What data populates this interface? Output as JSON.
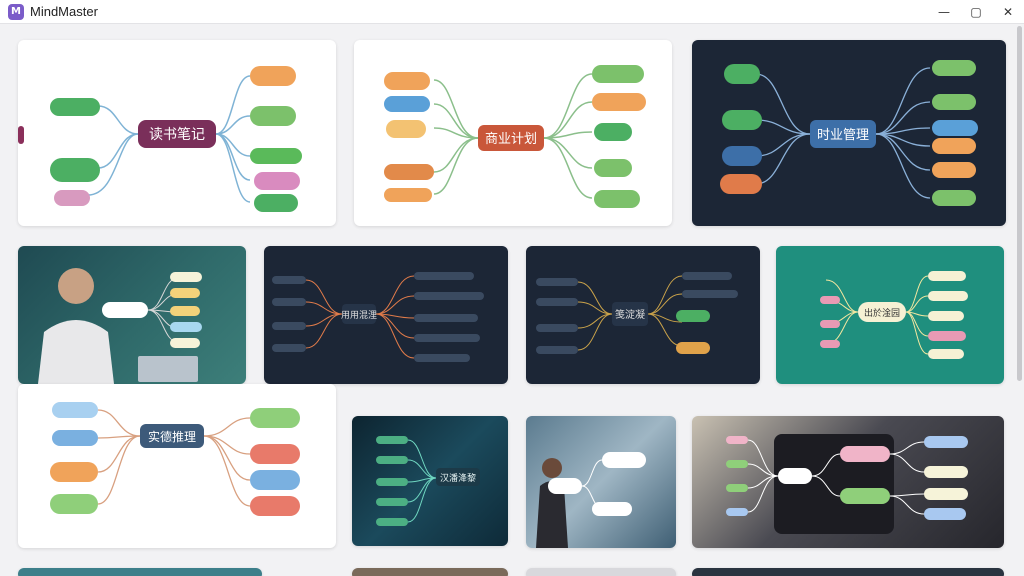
{
  "app": {
    "title": "MindMaster",
    "logo_letter": "M"
  },
  "window": {
    "minimize": "—",
    "maximize": "▢",
    "close": "✕"
  },
  "colors": {
    "accent": "#7b5cc9",
    "card_dark": "#1c2636",
    "card_teal": "#1f8f7e"
  },
  "templates": [
    {
      "id": "reading-notes",
      "center": "读书笔记"
    },
    {
      "id": "business-plan",
      "center": "商业计划"
    },
    {
      "id": "time-management",
      "center": "时业管理"
    },
    {
      "id": "presentation",
      "center": ""
    },
    {
      "id": "dark-map-a",
      "center": "用用混浬"
    },
    {
      "id": "dark-map-b",
      "center": "笺淀凝"
    },
    {
      "id": "teal-map",
      "center": "出於淦园"
    },
    {
      "id": "project-mgmt",
      "center": "实德推理"
    },
    {
      "id": "network-map",
      "center": "汉潘洚黎"
    },
    {
      "id": "building-map",
      "center": ""
    },
    {
      "id": "tablet-map",
      "center": ""
    }
  ]
}
